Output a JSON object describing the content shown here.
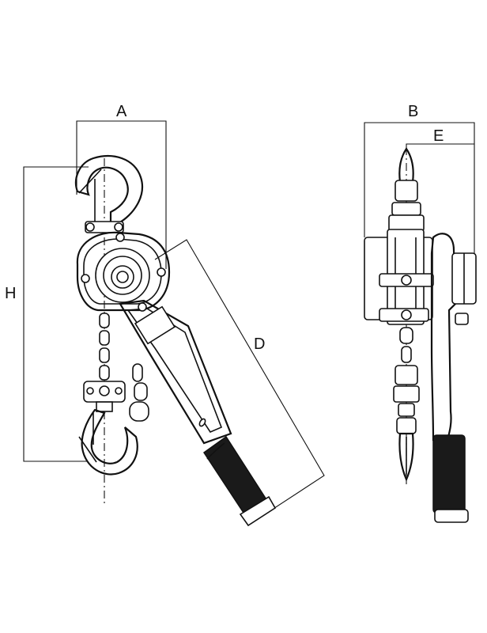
{
  "diagram": {
    "dimension_labels": {
      "a": "A",
      "b": "B",
      "d": "D",
      "e": "E",
      "h": "H"
    }
  }
}
